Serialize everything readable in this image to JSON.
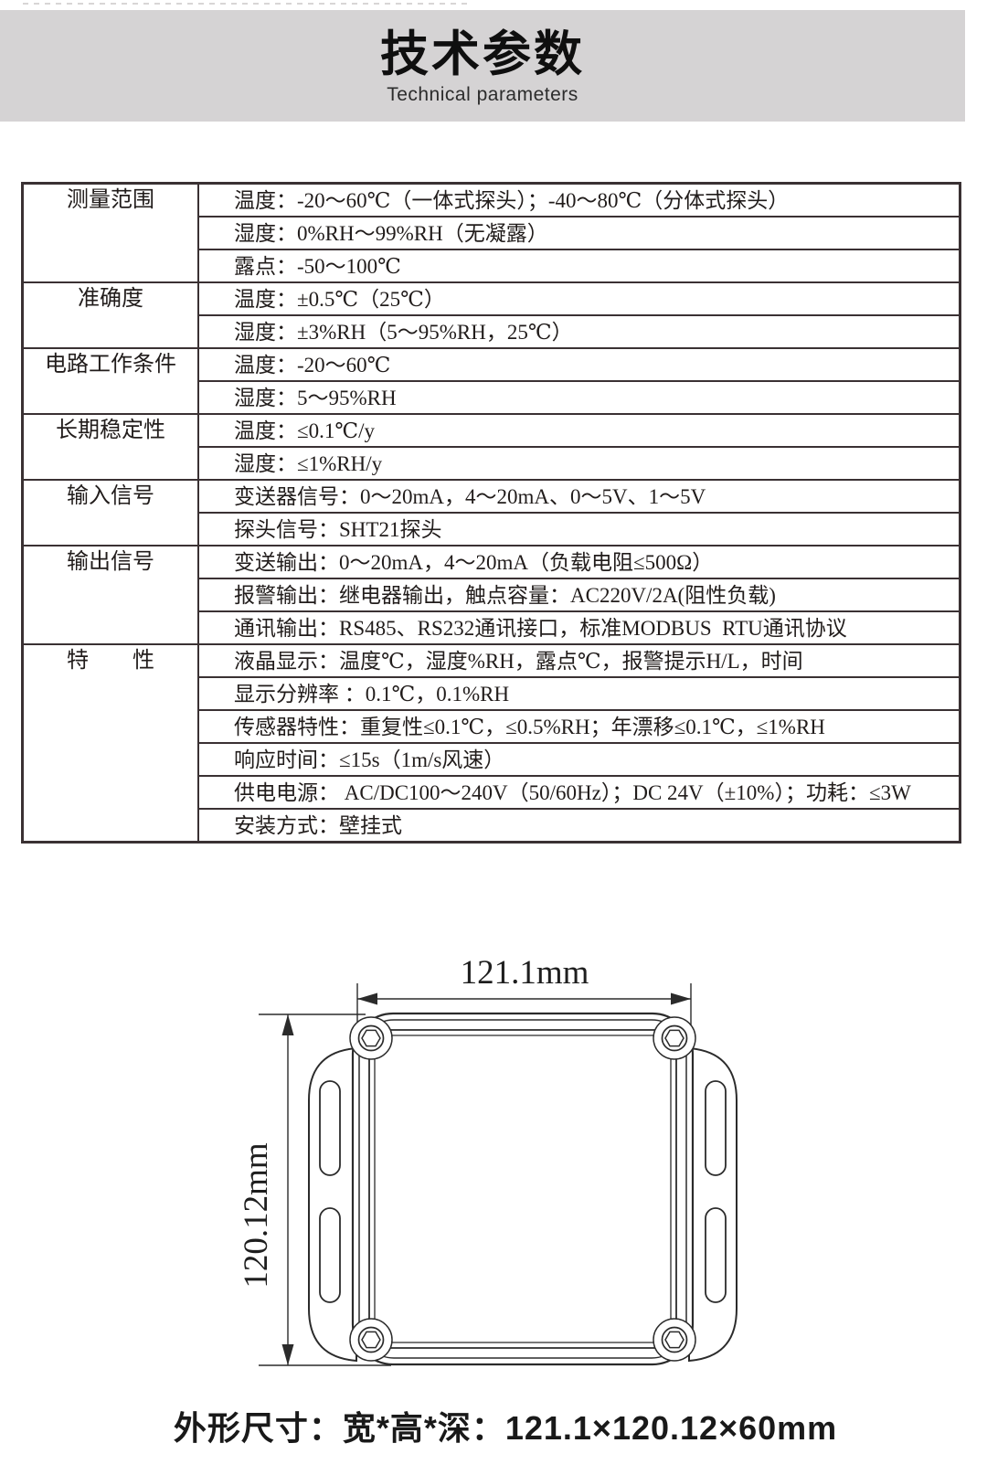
{
  "header": {
    "title": "技术参数",
    "subtitle": "Technical parameters",
    "band_color": "#d5d3d4"
  },
  "table": {
    "border_color": "#3a3133",
    "groups": [
      {
        "category": "测量范围",
        "rows": [
          "温度：-20～60℃（一体式探头）；-40～80℃（分体式探头）",
          "湿度：0%RH～99%RH（无凝露）",
          "露点：-50～100℃"
        ]
      },
      {
        "category": "准确度",
        "rows": [
          "温度：±0.5℃（25℃）",
          "湿度：±3%RH（5～95%RH，25℃）"
        ]
      },
      {
        "category": "电路工作条件",
        "rows": [
          "温度：-20～60℃",
          "湿度：5～95%RH"
        ]
      },
      {
        "category": "长期稳定性",
        "rows": [
          "温度：≤0.1℃/y",
          "湿度：≤1%RH/y"
        ]
      },
      {
        "category": "输入信号",
        "rows": [
          "变送器信号：0～20mA，4～20mA、0～5V、1～5V",
          "探头信号：SHT21探头"
        ]
      },
      {
        "category": "输出信号",
        "rows": [
          "变送输出：0～20mA，4～20mA（负载电阻≤500Ω）",
          "报警输出：继电器输出，触点容量：AC220V/2A(阻性负载)",
          "通讯输出：RS485、RS232通讯接口，标准MODBUS  RTU通讯协议"
        ]
      },
      {
        "category": "特　　性",
        "rows": [
          "液晶显示：温度℃，湿度%RH，露点℃，报警提示H/L，时间",
          "显示分辨率 ：0.1℃，0.1%RH",
          "传感器特性：重复性≤0.1℃，≤0.5%RH；年漂移≤0.1℃，≤1%RH",
          "响应时间：≤15s（1m/s风速）",
          "供电电源： AC/DC100～240V（50/60Hz）；DC 24V（±10%）；功耗：≤3W",
          "安装方式：壁挂式"
        ]
      }
    ]
  },
  "drawing": {
    "width_label": "121.1mm",
    "height_label": "120.12mm"
  },
  "caption": "外形尺寸：宽*高*深：121.1×120.12×60mm"
}
